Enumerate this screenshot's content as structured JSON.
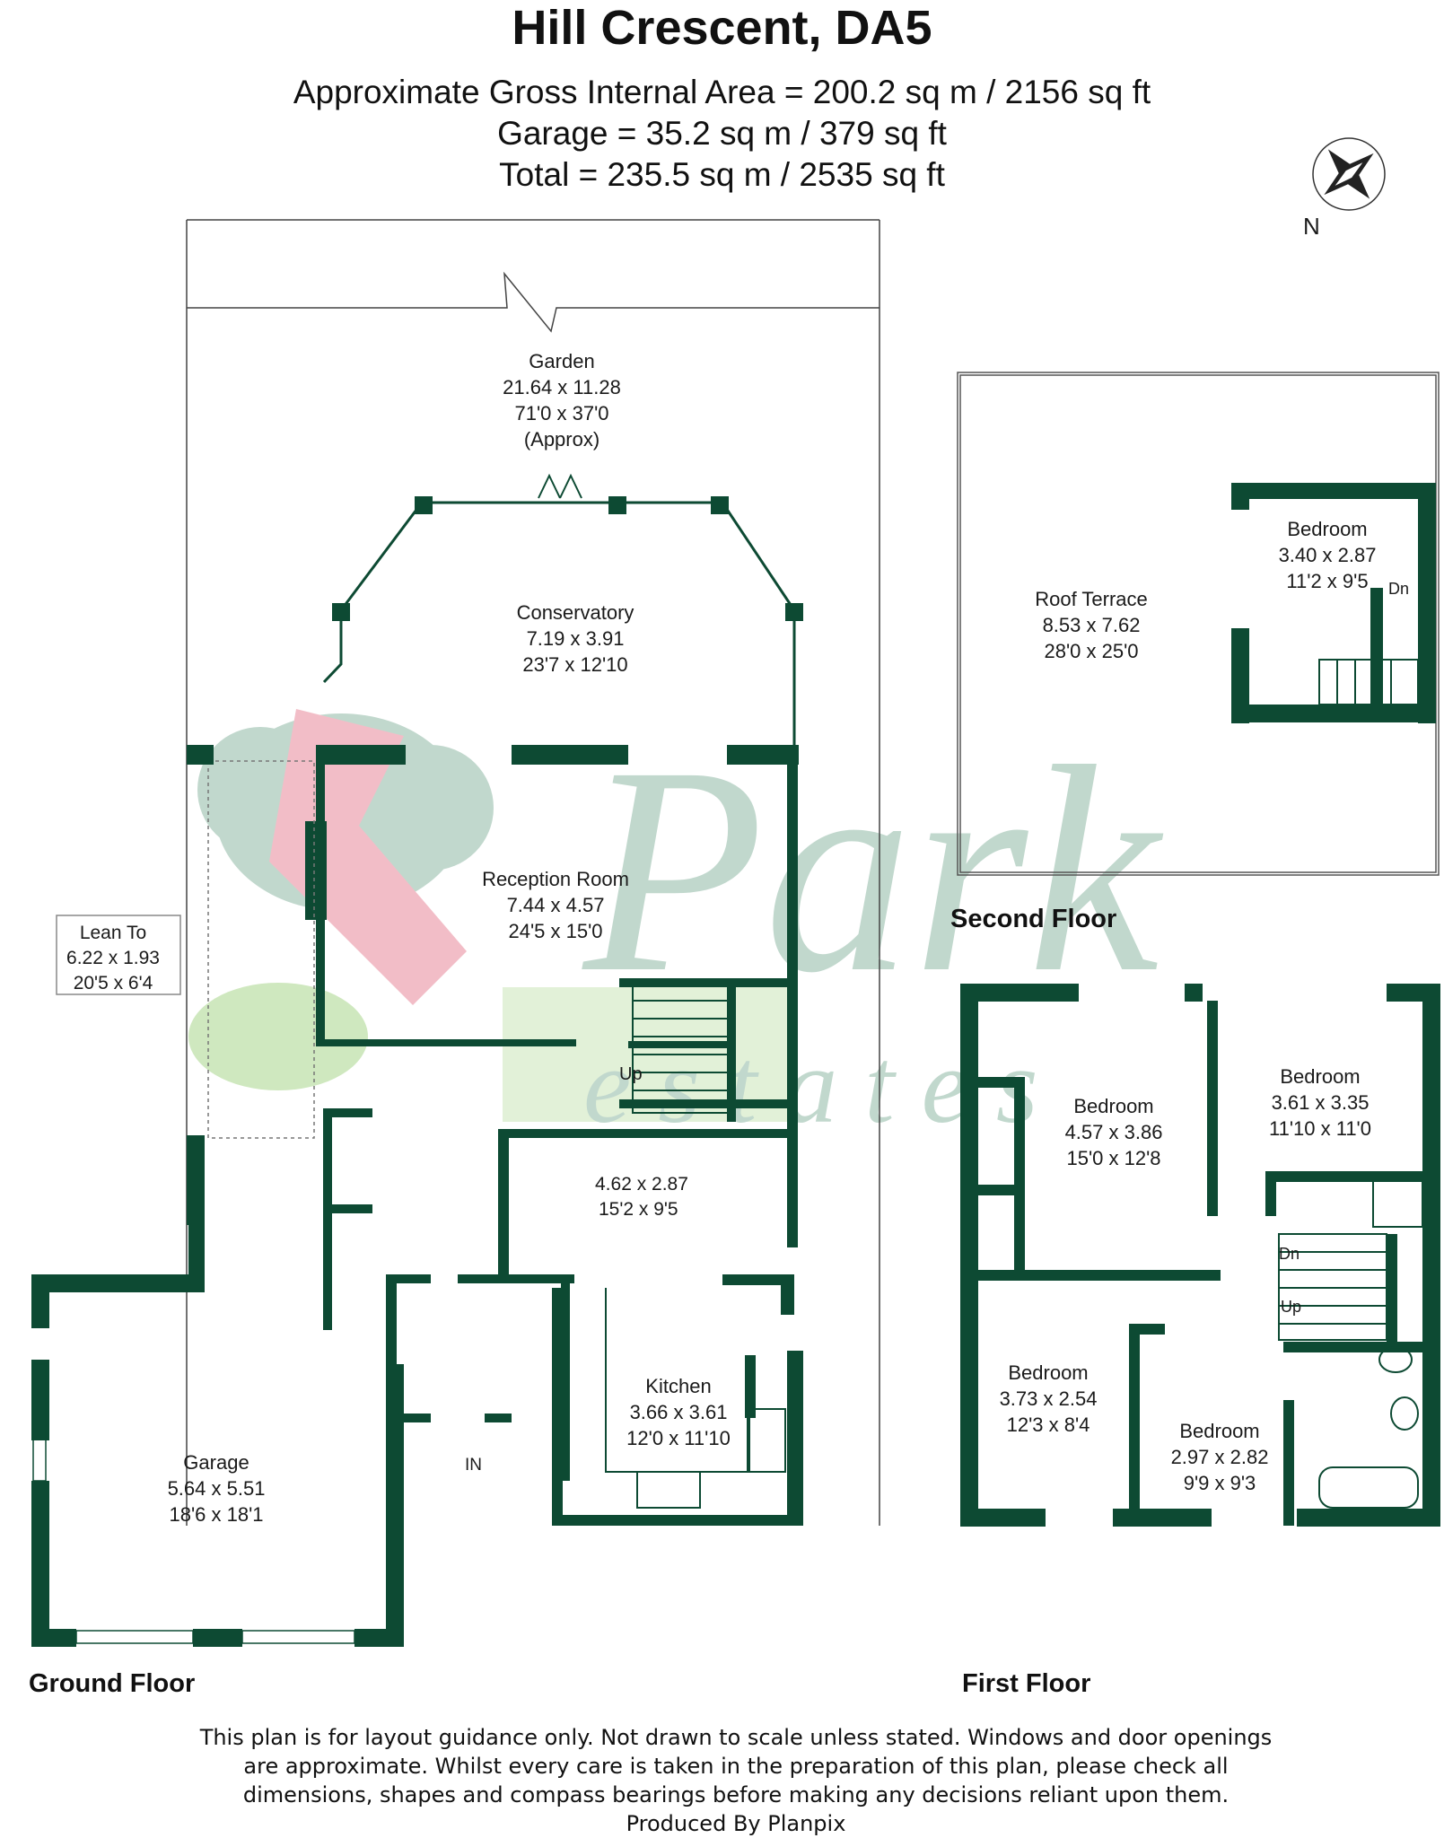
{
  "header": {
    "title": "Hill Crescent, DA5",
    "gross_internal_area": "Approximate Gross Internal Area = 200.2 sq m / 2156 sq ft",
    "garage_area": "Garage = 35.2 sq m / 379 sq ft",
    "total_area": "Total = 235.5 sq m / 2535 sq ft"
  },
  "compass": {
    "label": "N"
  },
  "floors": {
    "ground": "Ground Floor",
    "first": "First Floor",
    "second": "Second Floor"
  },
  "rooms": {
    "garden": {
      "name": "Garden",
      "metric": "21.64 x 11.28",
      "imperial": "71'0 x 37'0",
      "note": "(Approx)"
    },
    "conservatory": {
      "name": "Conservatory",
      "metric": "7.19 x 3.91",
      "imperial": "23'7 x 12'10"
    },
    "reception": {
      "name": "Reception Room",
      "metric": "7.44 x 4.57",
      "imperial": "24'5 x 15'0"
    },
    "lean_to": {
      "name": "Lean To",
      "metric": "6.22 x 1.93",
      "imperial": "20'5 x 6'4"
    },
    "dining": {
      "metric": "4.62 x 2.87",
      "imperial": "15'2 x 9'5"
    },
    "kitchen": {
      "name": "Kitchen",
      "metric": "3.66 x 3.61",
      "imperial": "12'0 x 11'10"
    },
    "garage": {
      "name": "Garage",
      "metric": "5.64 x 5.51",
      "imperial": "18'6 x 18'1"
    },
    "roof_terrace": {
      "name": "Roof Terrace",
      "metric": "8.53 x 7.62",
      "imperial": "28'0 x 25'0"
    },
    "second_bedroom": {
      "name": "Bedroom",
      "metric": "3.40 x 2.87",
      "imperial": "11'2 x 9'5"
    },
    "first_bedroom_1": {
      "name": "Bedroom",
      "metric": "4.57 x 3.86",
      "imperial": "15'0 x 12'8"
    },
    "first_bedroom_2": {
      "name": "Bedroom",
      "metric": "3.61 x 3.35",
      "imperial": "11'10 x 11'0"
    },
    "first_bedroom_3": {
      "name": "Bedroom",
      "metric": "3.73 x 2.54",
      "imperial": "12'3 x 8'4"
    },
    "first_bedroom_4": {
      "name": "Bedroom",
      "metric": "2.97 x 2.82",
      "imperial": "9'9 x 9'3"
    }
  },
  "stairs": {
    "up": "Up",
    "down": "Dn"
  },
  "entrance": "IN",
  "watermark": {
    "word1": "Park",
    "word2": "e s t a t e s"
  },
  "disclaimer": [
    "This plan is for layout guidance only. Not drawn to scale unless stated. Windows and door openings",
    "are approximate. Whilst every care is taken in the preparation of this plan, please check all",
    "dimensions, shapes and compass bearings before making any decisions reliant upon them.",
    "Produced By Planpix"
  ],
  "colors": {
    "wall": "#0d4a33",
    "watermark_green": "#8fb8a5",
    "watermark_pink": "#e8889a",
    "watermark_leaf": "#a8d58a"
  }
}
